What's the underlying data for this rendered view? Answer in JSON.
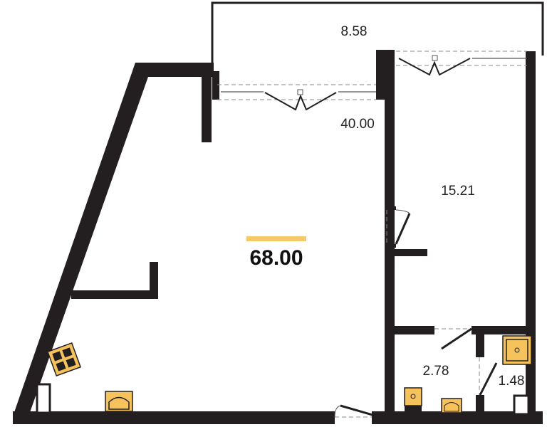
{
  "plan": {
    "total_area": "68.00",
    "accent_color": "#f5c86a",
    "wall_color": "#231f20",
    "fixture_color": "#f5c25b",
    "rooms": [
      {
        "id": "balcony",
        "area": "8.58"
      },
      {
        "id": "living",
        "area": "40.00"
      },
      {
        "id": "bedroom",
        "area": "15.21"
      },
      {
        "id": "bathroom",
        "area": "2.78"
      },
      {
        "id": "shower",
        "area": "1.48"
      }
    ]
  }
}
